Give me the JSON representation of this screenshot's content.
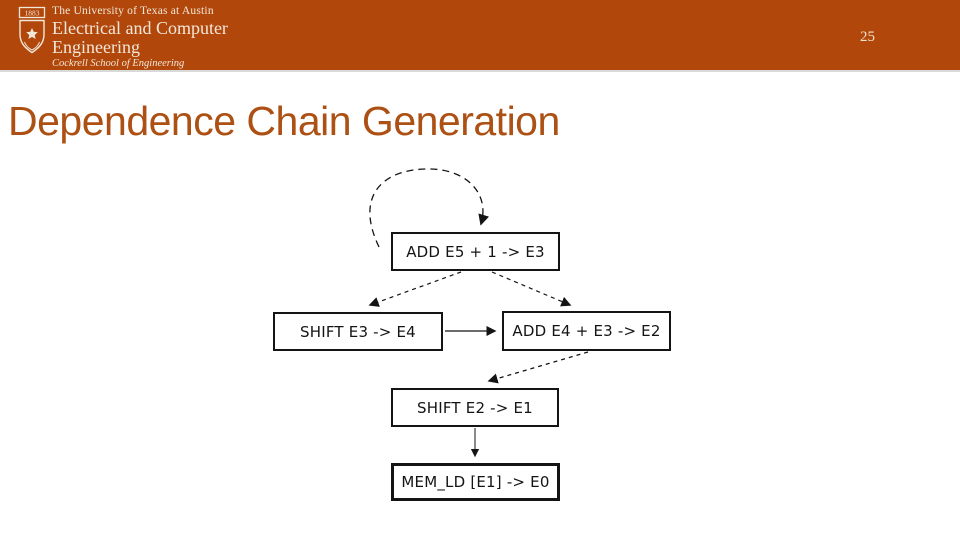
{
  "header": {
    "university": "The University of Texas at Austin",
    "department_line1": "Electrical and Computer",
    "department_line2": "Engineering",
    "school": "Cockrell School of Engineering",
    "page_number": "25",
    "logo_year": "1883",
    "background_color": "#B2470B",
    "text_color": "#F2E8D9"
  },
  "slide": {
    "title": "Dependence Chain Generation",
    "title_color": "#AC5013"
  },
  "diagram": {
    "type": "dependence-graph",
    "nodes": [
      {
        "id": "n1",
        "label": "ADD E5 + 1 -> E3"
      },
      {
        "id": "n2",
        "label": "SHIFT E3 -> E4"
      },
      {
        "id": "n3",
        "label": "ADD E4 + E3 -> E2"
      },
      {
        "id": "n4",
        "label": "SHIFT E2 -> E1"
      },
      {
        "id": "n5",
        "label": "MEM_LD [E1] -> E0"
      }
    ],
    "edges": [
      {
        "from": "n1",
        "to": "n1",
        "style": "dashed",
        "note": "self-loop"
      },
      {
        "from": "n1",
        "to": "n2",
        "style": "dashed"
      },
      {
        "from": "n1",
        "to": "n3",
        "style": "dashed"
      },
      {
        "from": "n2",
        "to": "n3",
        "style": "solid"
      },
      {
        "from": "n3",
        "to": "n4",
        "style": "dashed"
      },
      {
        "from": "n4",
        "to": "n5",
        "style": "solid"
      }
    ],
    "edge_color": "#141414"
  }
}
